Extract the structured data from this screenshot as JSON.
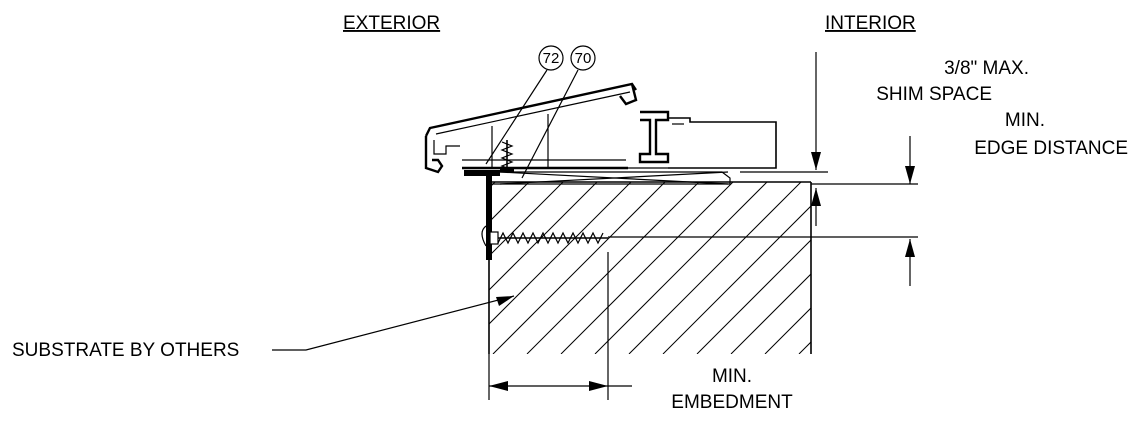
{
  "headings": {
    "exterior": "EXTERIOR",
    "interior": "INTERIOR"
  },
  "callouts": {
    "a": "72",
    "b": "70"
  },
  "dimensions": {
    "shim_line1": "3/8\" MAX.",
    "shim_line2": "SHIM SPACE",
    "edge_line1": "MIN.",
    "edge_line2": "EDGE DISTANCE",
    "embed_line1": "MIN.",
    "embed_line2": "EMBEDMENT"
  },
  "notes": {
    "substrate": "SUBSTRATE BY OTHERS"
  }
}
